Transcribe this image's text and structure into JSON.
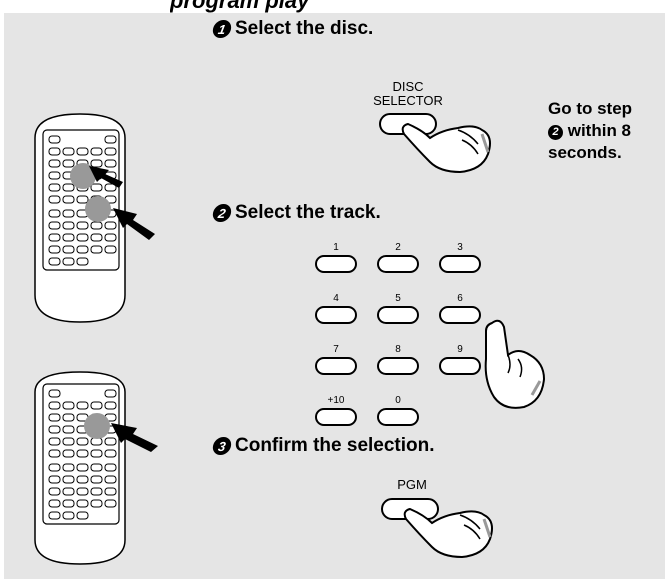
{
  "header": {
    "title": "program play"
  },
  "steps": [
    {
      "num": "1",
      "text": "Select the disc."
    },
    {
      "num": "2",
      "text": "Select the track."
    },
    {
      "num": "3",
      "text": "Confirm the selection."
    }
  ],
  "note": {
    "line1": "Go to step",
    "num": "2",
    "line2": "within 8",
    "line3": "seconds."
  },
  "buttons": {
    "disc_selector": [
      "DISC",
      "SELECTOR"
    ],
    "pgm": "PGM",
    "keys": [
      "1",
      "2",
      "3",
      "4",
      "5",
      "6",
      "7",
      "8",
      "9",
      "+10",
      "0"
    ]
  },
  "colors": {
    "panel": "#e5e5e5",
    "highlight": "#999999"
  }
}
